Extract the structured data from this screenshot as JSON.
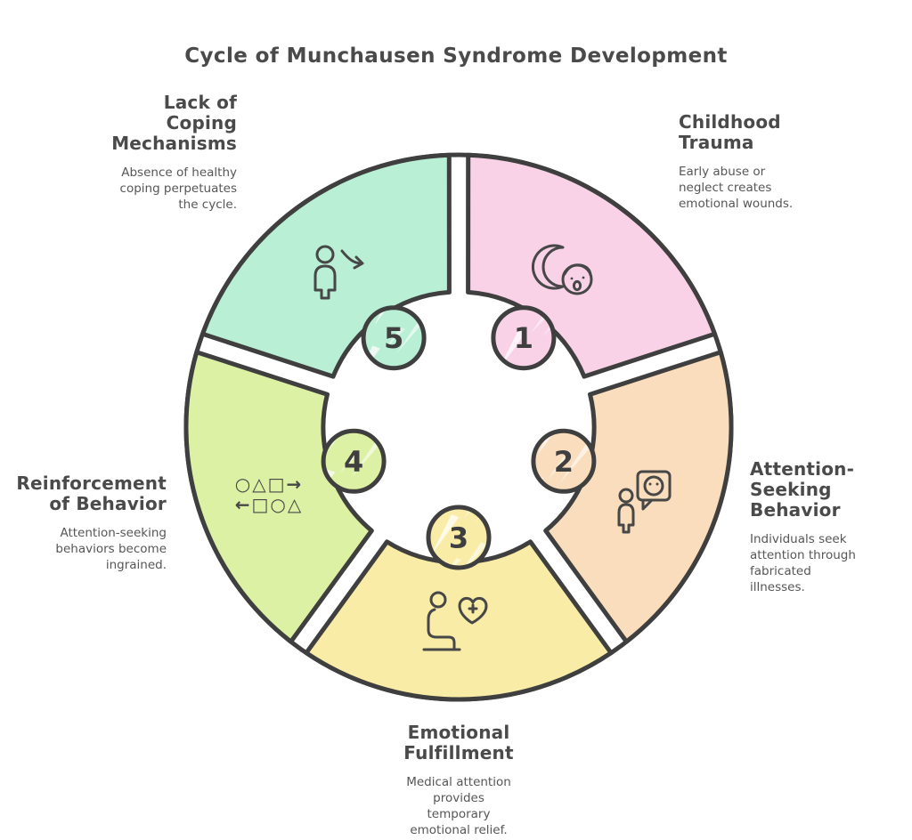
{
  "title": "Cycle of Munchausen Syndrome Development",
  "colors": {
    "outline": "#3f3f3f",
    "background": "#ffffff",
    "heading_text": "#4a4a4a",
    "description_text": "#565656"
  },
  "steps": [
    {
      "number": "1",
      "label": "Childhood\nTrauma",
      "description": "Early abuse or\nneglect creates\nemotional wounds.",
      "color": "#f9d2e8",
      "icon": "crying-baby-icon"
    },
    {
      "number": "2",
      "label": "Attention-\nSeeking\nBehavior",
      "description": "Individuals seek\nattention through\nfabricated\nillnesses.",
      "color": "#f9ddbd",
      "icon": "person-speech-bubble-icon"
    },
    {
      "number": "3",
      "label": "Emotional\nFulfillment",
      "description": "Medical attention\nprovides\ntemporary\nemotional relief.",
      "color": "#f8eca6",
      "icon": "seated-person-heart-plus-icon"
    },
    {
      "number": "4",
      "label": "Reinforcement\nof Behavior",
      "description": "Attention-seeking\nbehaviors become\ningrained.",
      "color": "#ddf1a4",
      "icon": "repeating-shapes-loop-icon"
    },
    {
      "number": "5",
      "label": "Lack of\nCoping\nMechanisms",
      "description": "Absence of healthy\ncoping perpetuates\nthe cycle.",
      "color": "#b9efd5",
      "icon": "person-decline-arrow-icon"
    }
  ],
  "shapes_icon": {
    "row1": "○△□→",
    "row2": "←□○△"
  }
}
